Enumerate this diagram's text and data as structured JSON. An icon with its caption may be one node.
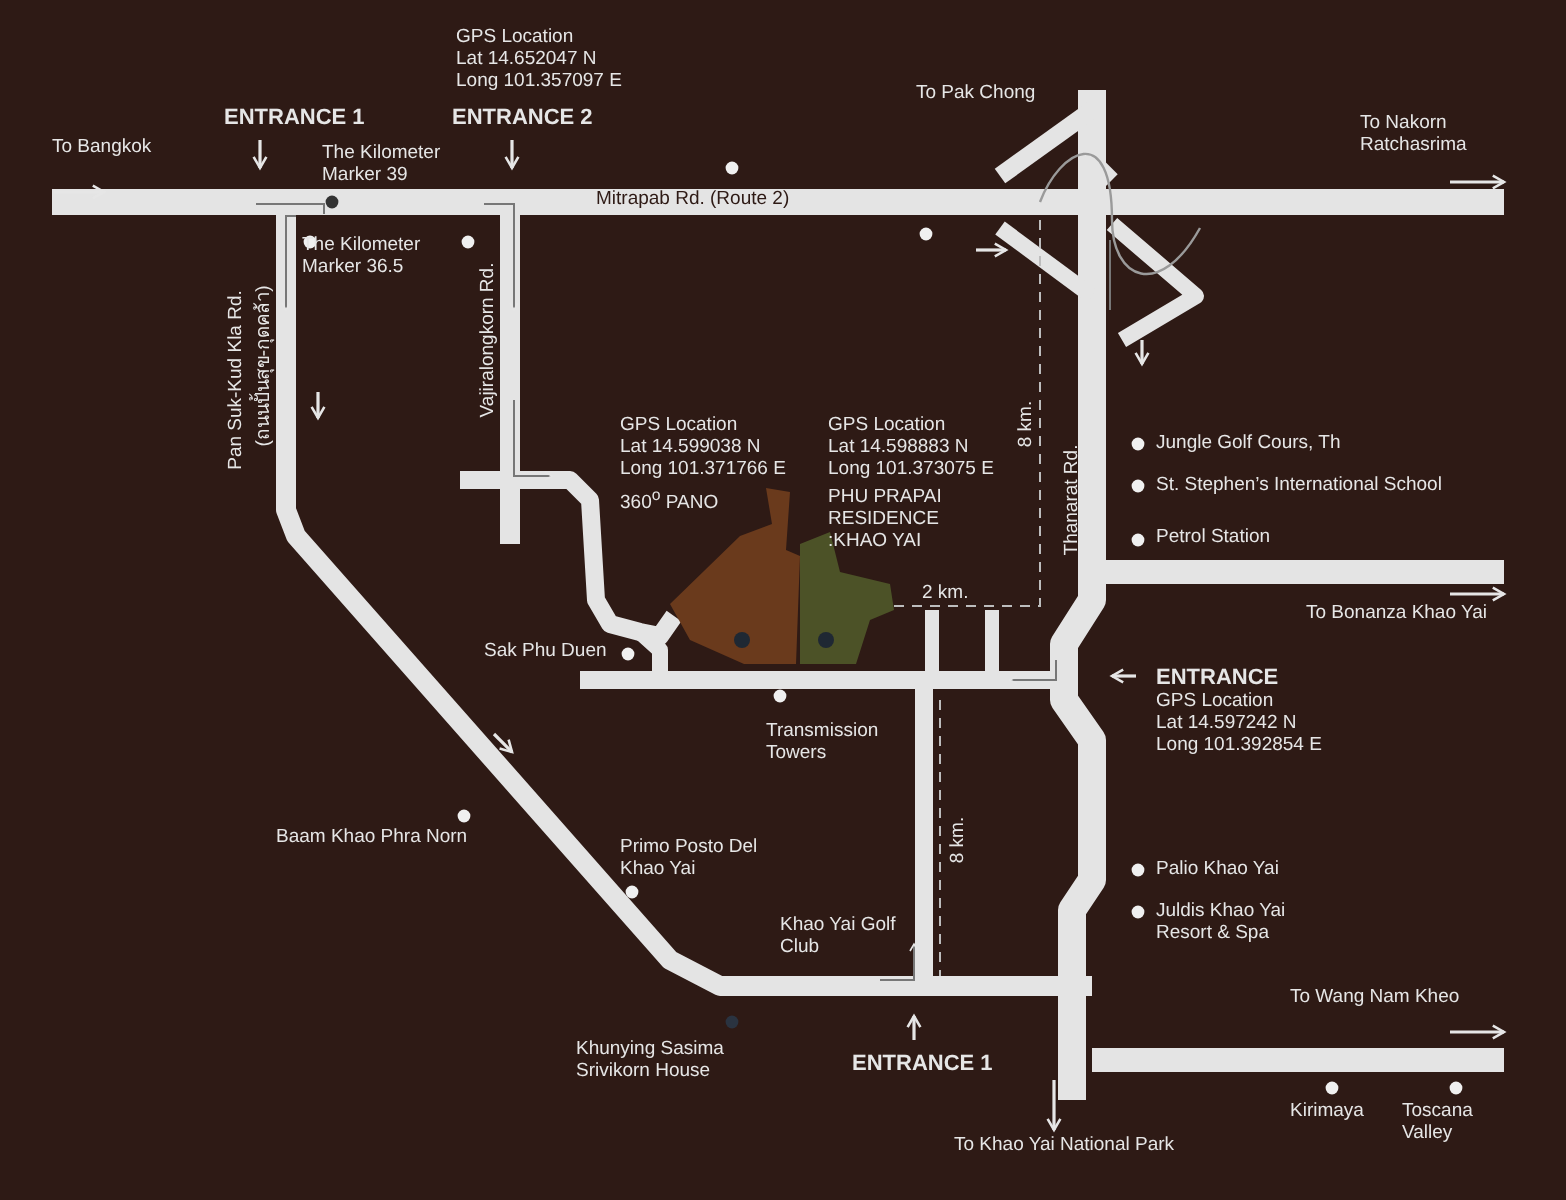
{
  "diagram": {
    "labels": [
      "GPS Location",
      "Lat 14.652047 N",
      "Long 101.357097 E",
      "ENTRANCE 1",
      "ENTRANCE 2",
      "To Bangkok",
      "The Kilometer Marker 39",
      "To Pak Chong",
      "To Nakorn Ratchasrima",
      "Mitrapab Rd. (Route 2)",
      "The Kilometer Marker 36.5",
      "Pan Suk-Kud Kla Rd.",
      "(ถนนปั้นสุข-กุดคล้า)",
      "Vajiralongkorn Rd.",
      "8 km.",
      "Thanarat Rd.",
      "GPS Location",
      "Lat 14.599038 N",
      "Long 101.371766 E",
      "360$^{o}$ PANO",
      "GPS Location",
      "Lat 14.598883 N",
      "Long 101.373075 E",
      "PHU PRAPAI RESIDENCE :KHAO YAI",
      "Jungle Golf Cours, Th",
      "St. Stephen’s International School",
      "Petrol Station",
      "2 km.",
      "To Bonanza Khao Yai",
      "Sak Phu Duen",
      "ENTRANCE",
      "GPS Location",
      "Lat 14.597242 N",
      "Long 101.392854 E",
      "Transmission Towers",
      "Baam Khao Phra Norn",
      "Primo Posto Del Khao Yai",
      "8 km.",
      "Khao Yai Golf Club",
      "Palio Khao Yai",
      "Juldis Khao Yai Resort & Spa",
      "To Wang Nam Kheo",
      "ENTRANCE 1",
      "Khunying Sasima Srivikorn House",
      "To Khao Yai National Park",
      "Kirimaya",
      "Toscana Valley"
    ]
  }
}
